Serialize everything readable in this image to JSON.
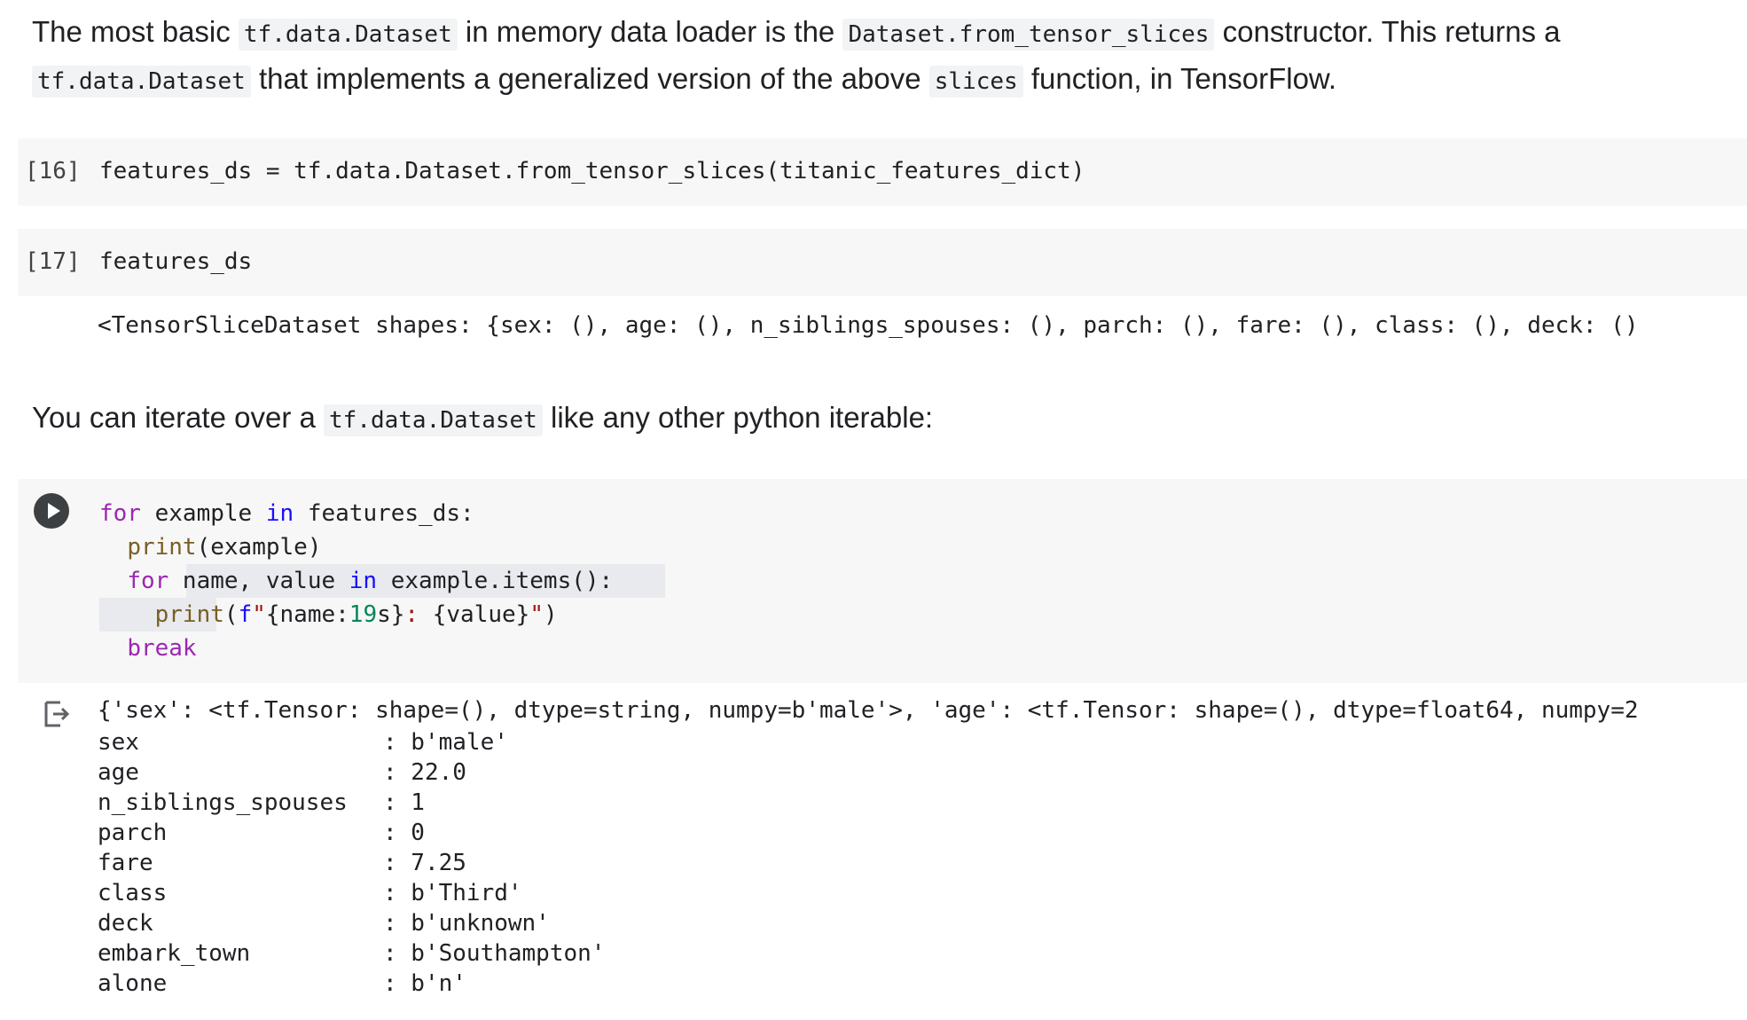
{
  "intro_text": {
    "part1": "The most basic ",
    "code1": "tf.data.Dataset",
    "part2": " in memory data loader is the ",
    "code2": "Dataset.from_tensor_slices",
    "part3": " constructor. This returns a",
    "code3": "tf.data.Dataset",
    "part4": " that implements a generalized version of the above ",
    "code4": "slices",
    "part5": " function, in TensorFlow."
  },
  "cell16": {
    "count": "[16]",
    "code": "features_ds = tf.data.Dataset.from_tensor_slices(titanic_features_dict)"
  },
  "cell17": {
    "count": "[17]",
    "code": "features_ds",
    "output": "<TensorSliceDataset shapes: {sex: (), age: (), n_siblings_spouses: (), parch: (), fare: (), class: (), deck: ()"
  },
  "iterate_text": {
    "part1": "You can iterate over a ",
    "code1": "tf.data.Dataset",
    "part2": " like any other python iterable:"
  },
  "loop_cell": {
    "l1_kw": "for",
    "l1_a": " example ",
    "l1_in": "in",
    "l1_b": " features_ds:",
    "l2_fn": "print",
    "l2_a": "(example)",
    "l3_kw": "for",
    "l3_a": " name, value ",
    "l3_in": "in",
    "l3_b": " example.items():",
    "l4_fn": "print",
    "l4_a": "(",
    "l4_f": "f",
    "l4_q1": "\"",
    "l4_b": "{name:",
    "l4_num": "19",
    "l4_c": "s}",
    "l4_colon": ": ",
    "l4_d": "{value}",
    "l4_q2": "\"",
    "l4_e": ")",
    "l5_kw": "break"
  },
  "loop_output": {
    "first_line": "{'sex': <tf.Tensor: shape=(), dtype=string, numpy=b'male'>, 'age': <tf.Tensor: shape=(), dtype=float64, numpy=2",
    "rows": [
      {
        "key": "sex",
        "value": ": b'male'"
      },
      {
        "key": "age",
        "value": ": 22.0"
      },
      {
        "key": "n_siblings_spouses",
        "value": ": 1"
      },
      {
        "key": "parch",
        "value": ": 0"
      },
      {
        "key": "fare",
        "value": ": 7.25"
      },
      {
        "key": "class",
        "value": ": b'Third'"
      },
      {
        "key": "deck",
        "value": ": b'unknown'"
      },
      {
        "key": "embark_town",
        "value": ": b'Southampton'"
      },
      {
        "key": "alone",
        "value": ": b'n'"
      }
    ]
  },
  "icons": {
    "run": "play-icon",
    "output": "output-arrow-icon"
  }
}
